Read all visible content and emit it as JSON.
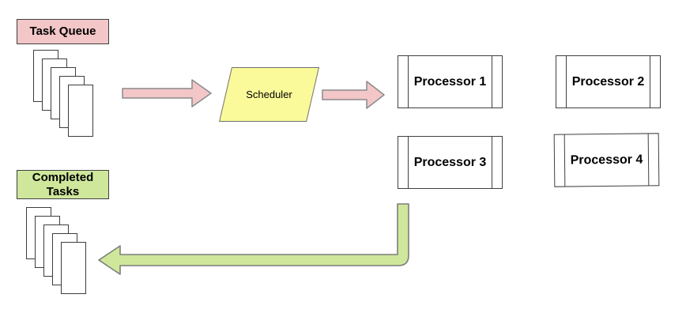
{
  "diagram": {
    "task_queue": {
      "label": "Task Queue"
    },
    "scheduler": {
      "label": "Scheduler"
    },
    "processors": [
      {
        "label": "Processor 1"
      },
      {
        "label": "Processor 2"
      },
      {
        "label": "Processor 3"
      },
      {
        "label": "Processor 4"
      }
    ],
    "completed": {
      "label": "Completed Tasks"
    },
    "queue_card_count": 5,
    "completed_card_count": 5
  },
  "colors": {
    "pink_fill": "#f3c6c8",
    "yellow_fill": "#fbfa9a",
    "green_fill": "#cfe79b",
    "shape_border_dark": "#3f3f3f",
    "arrow_border_gray": "#8a8a8a",
    "background": "#ffffff"
  }
}
